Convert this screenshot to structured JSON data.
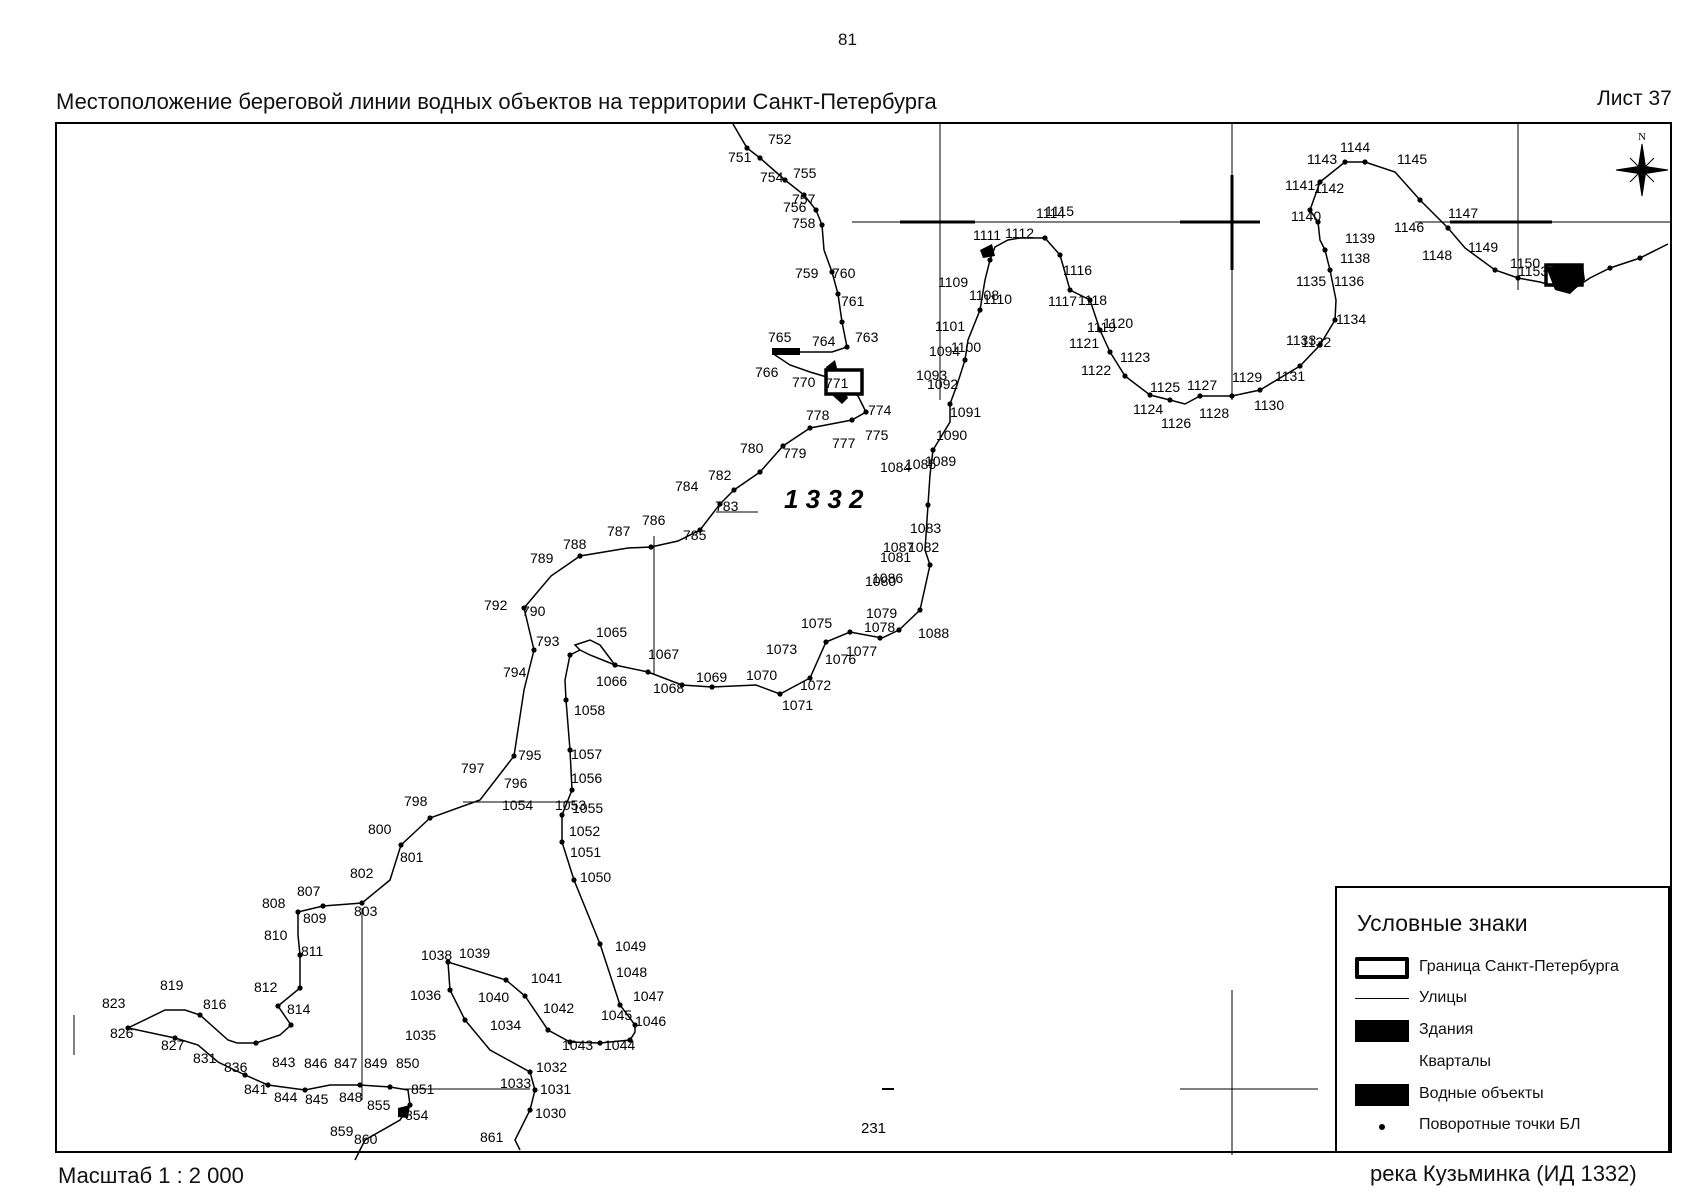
{
  "page_number": "81",
  "title": "Местоположение береговой линии водных объектов на территории Санкт-Петербурга",
  "sheet": "Лист 37",
  "scale": "Масштаб 1 : 2 000",
  "river": "река Кузьминка (ИД 1332)",
  "object_id_label": "1 3 3 2",
  "block_number": "231",
  "north_arrow_label": "N",
  "legend": {
    "title": "Условные знаки",
    "items": [
      {
        "key": "boundary",
        "label": "Граница Санкт-Петербурга"
      },
      {
        "key": "street",
        "label": "Улицы"
      },
      {
        "key": "building",
        "label": "Здания"
      },
      {
        "key": "quarter",
        "label": "Кварталы"
      },
      {
        "key": "water",
        "label": "Водные объекты"
      },
      {
        "key": "point",
        "label": "Поворотные точки БЛ"
      }
    ]
  },
  "point_labels": [
    "751",
    "752",
    "754",
    "755",
    "756",
    "757",
    "758",
    "759",
    "760",
    "761",
    "763",
    "764",
    "765",
    "766",
    "770",
    "771",
    "774",
    "775",
    "777",
    "778",
    "779",
    "780",
    "782",
    "783",
    "784",
    "785",
    "786",
    "787",
    "788",
    "789",
    "790",
    "792",
    "793",
    "794",
    "795",
    "796",
    "797",
    "798",
    "800",
    "801",
    "802",
    "803",
    "807",
    "808",
    "809",
    "810",
    "811",
    "812",
    "814",
    "816",
    "819",
    "823",
    "826",
    "827",
    "831",
    "836",
    "841",
    "843",
    "844",
    "845",
    "846",
    "847",
    "848",
    "849",
    "850",
    "851",
    "854",
    "855",
    "859",
    "860",
    "861",
    "1030",
    "1031",
    "1032",
    "1033",
    "1034",
    "1035",
    "1036",
    "1038",
    "1039",
    "1040",
    "1041",
    "1042",
    "1043",
    "1044",
    "1045",
    "1046",
    "1047",
    "1048",
    "1049",
    "1050",
    "1051",
    "1052",
    "1053",
    "1054",
    "1055",
    "1056",
    "1057",
    "1058",
    "1065",
    "1066",
    "1067",
    "1068",
    "1069",
    "1070",
    "1071",
    "1072",
    "1073",
    "1075",
    "1076",
    "1077",
    "1078",
    "1079",
    "1080",
    "1081",
    "1082",
    "1083",
    "1084",
    "1085",
    "1086",
    "1087",
    "1088",
    "1089",
    "1090",
    "1091",
    "1092",
    "1093",
    "1094",
    "1100",
    "1101",
    "1108",
    "1109",
    "1110",
    "1111",
    "1112",
    "1114",
    "1115",
    "1116",
    "1117",
    "1118",
    "1119",
    "1120",
    "1121",
    "1122",
    "1123",
    "1124",
    "1125",
    "1126",
    "1127",
    "1128",
    "1129",
    "1130",
    "1131",
    "1132",
    "1133",
    "1134",
    "1135",
    "1136",
    "1138",
    "1139",
    "1140",
    "1141",
    "1142",
    "1143",
    "1144",
    "1145",
    "1146",
    "1147",
    "1148",
    "1149",
    "1150",
    "1153"
  ]
}
